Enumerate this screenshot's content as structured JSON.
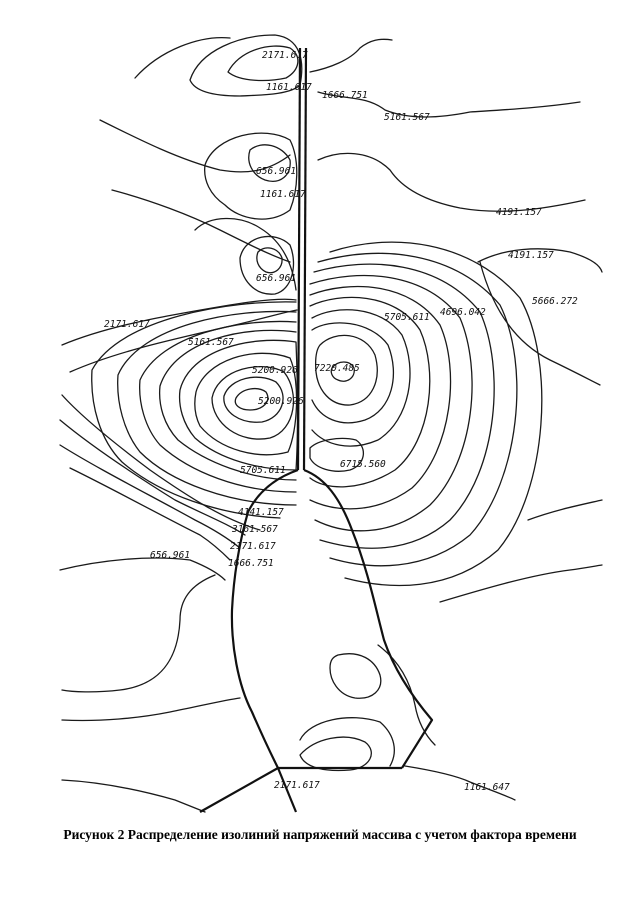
{
  "figure": {
    "caption": "Рисунок 2 Распределение изолиний напряжений массива с учетом фактора времени",
    "line_color": "#1a1a1a",
    "background": "#ffffff"
  },
  "contour_labels": {
    "l01": "2171.617",
    "l02": "1161.617",
    "l03": "1666.751",
    "l04": "5161.567",
    "l05": "656.961",
    "l06": "1161.617",
    "l07": "4191.157",
    "l08": "4191.157",
    "l09": "656.961",
    "l10": "5666.272",
    "l11": "2171.617",
    "l12": "4696.042",
    "l13": "5705.611",
    "l14": "5161.567",
    "l15": "5200.926",
    "l16": "7220.485",
    "l17": "5200.926",
    "l18": "6715.560",
    "l19": "5705.611",
    "l20": "4141.157",
    "l21": "3161.567",
    "l22": "2171.617",
    "l23": "656.961",
    "l24": "1666.751",
    "l25": "2171.617",
    "l26": "1161.647"
  }
}
